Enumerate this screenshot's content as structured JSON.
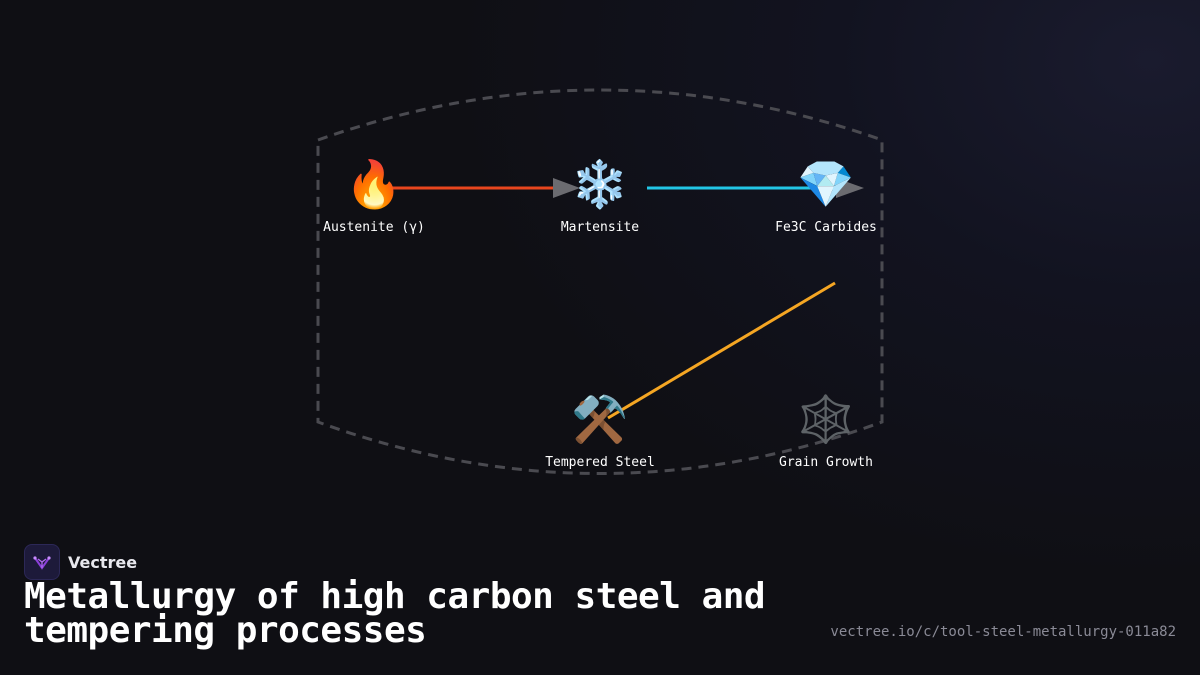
{
  "diagram": {
    "nodes": [
      {
        "id": "austenite",
        "icon": "fire-icon",
        "emoji": "🔥",
        "label": "Austenite (γ)"
      },
      {
        "id": "martensite",
        "icon": "snowflake-icon",
        "emoji": "❄️",
        "label": "Martensite"
      },
      {
        "id": "carbides",
        "icon": "gem-icon",
        "emoji": "💎",
        "label": "Fe3C Carbides"
      },
      {
        "id": "tempered",
        "icon": "hammer-pick-icon",
        "emoji": "⚒️",
        "label": "Tempered Steel"
      },
      {
        "id": "grain",
        "icon": "spider-web-icon",
        "emoji": "🕸️",
        "label": "Grain Growth"
      }
    ],
    "edges": [
      {
        "from": "austenite",
        "to": "martensite",
        "color": "#e8461e"
      },
      {
        "from": "martensite",
        "to": "carbides",
        "color": "#22c6e6"
      },
      {
        "from": "carbides",
        "to": "tempered",
        "color": "#f5a623"
      }
    ]
  },
  "brand": {
    "name": "Vectree",
    "accent": "#8b3fd9"
  },
  "title": "Metallurgy of high carbon steel and tempering processes",
  "url": "vectree.io/c/tool-steel-metallurgy-011a82"
}
